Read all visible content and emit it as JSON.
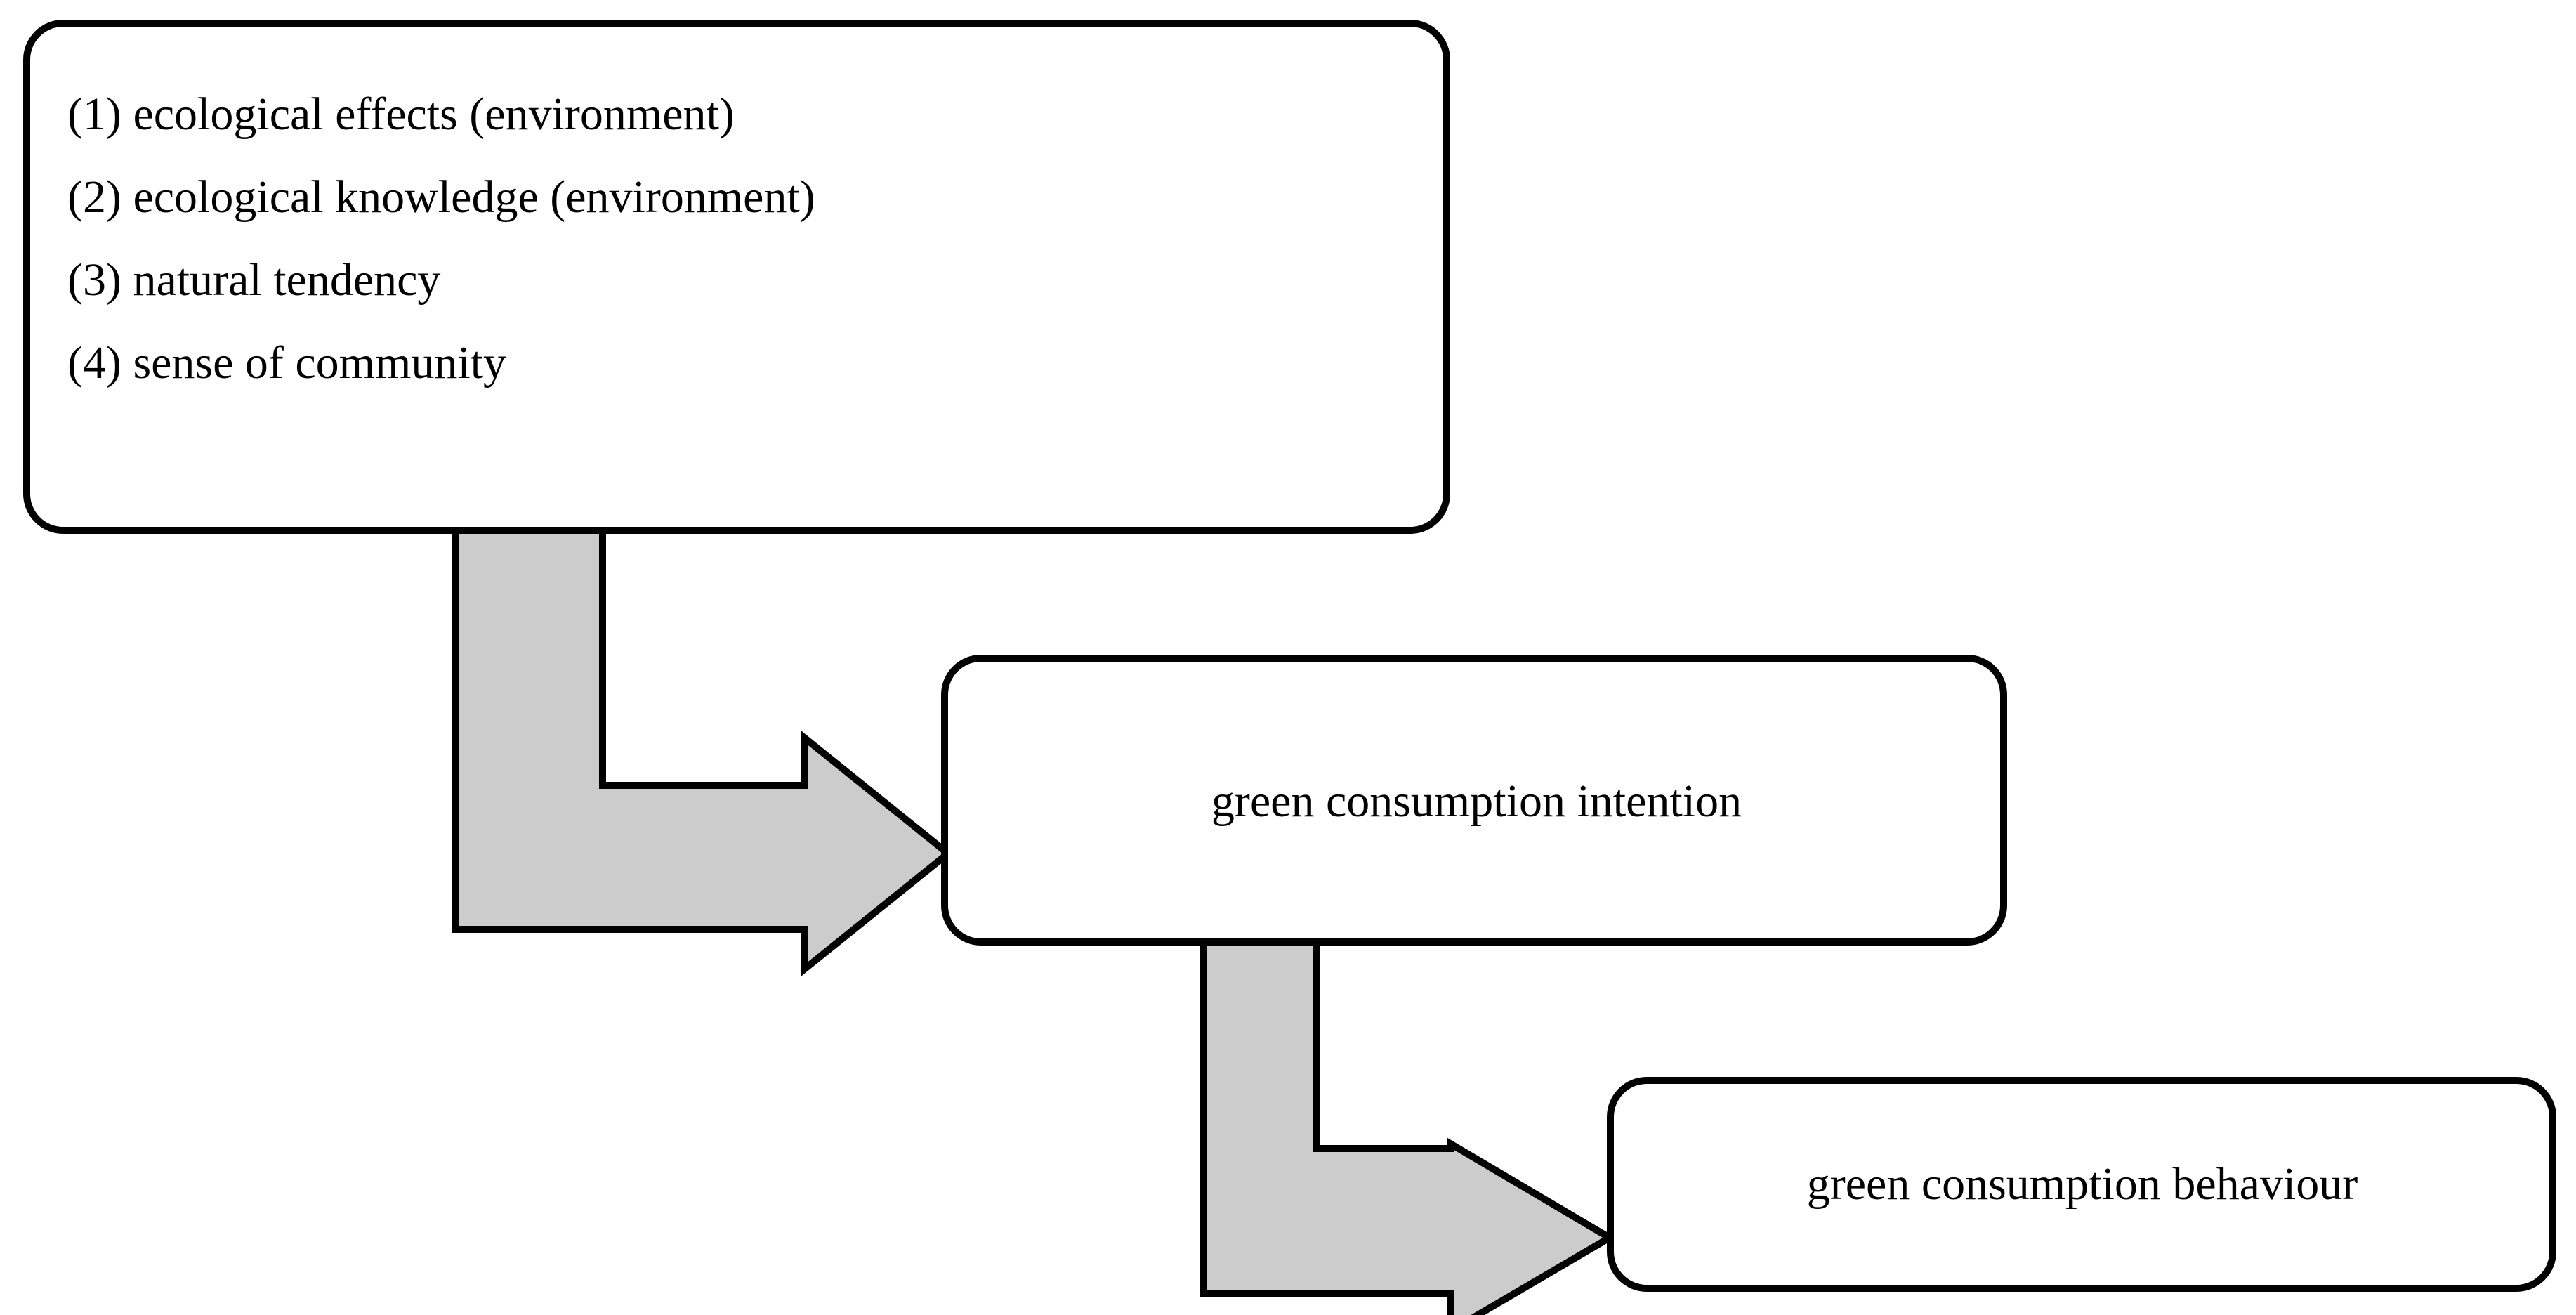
{
  "diagram": {
    "type": "flow-diagram",
    "background_color": "#ffffff",
    "arrow_fill_color": "#cccccc",
    "stroke_color": "#000000",
    "nodes": [
      {
        "id": "antecedents",
        "shape": "rounded-rectangle",
        "lines": [
          "(1) ecological effects (environment)",
          "(2) ecological knowledge (environment)",
          "(3) natural tendency",
          "(4) sense of community"
        ]
      },
      {
        "id": "intention",
        "shape": "rounded-rectangle",
        "label": "green consumption intention"
      },
      {
        "id": "behaviour",
        "shape": "rounded-rectangle",
        "label": "green consumption behaviour"
      }
    ],
    "connectors": [
      {
        "id": "arrow-antecedents-to-intention",
        "shape": "bent-arrow-right",
        "from": "antecedents",
        "to": "intention"
      },
      {
        "id": "arrow-intention-to-behaviour",
        "shape": "bent-arrow-right",
        "from": "intention",
        "to": "behaviour"
      }
    ]
  }
}
